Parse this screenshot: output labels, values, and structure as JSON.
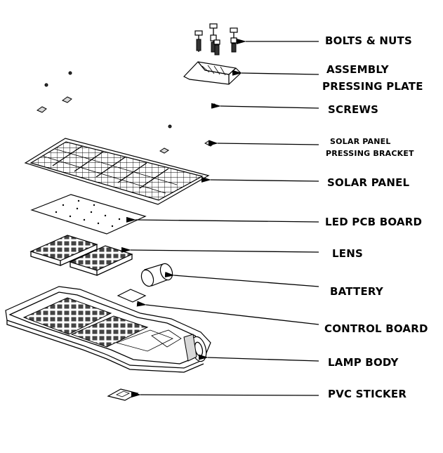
{
  "labels": {
    "bolts_nuts": "BOLTS & NUTS",
    "assembly_line1": "ASSEMBLY",
    "assembly_line2": "PRESSING PLATE",
    "screws": "SCREWS",
    "bracket_line1": "SOLAR PANEL",
    "bracket_line2": "PRESSING BRACKET",
    "solar_panel": "SOLAR PANEL",
    "led_pcb": "LED PCB BOARD",
    "lens": "LENS",
    "battery": "BATTERY",
    "control_board": "CONTROL BOARD",
    "lamp_body": "LAMP BODY",
    "pvc_sticker": "PVC STICKER"
  },
  "colors": {
    "line": "#000000",
    "background": "#ffffff"
  }
}
